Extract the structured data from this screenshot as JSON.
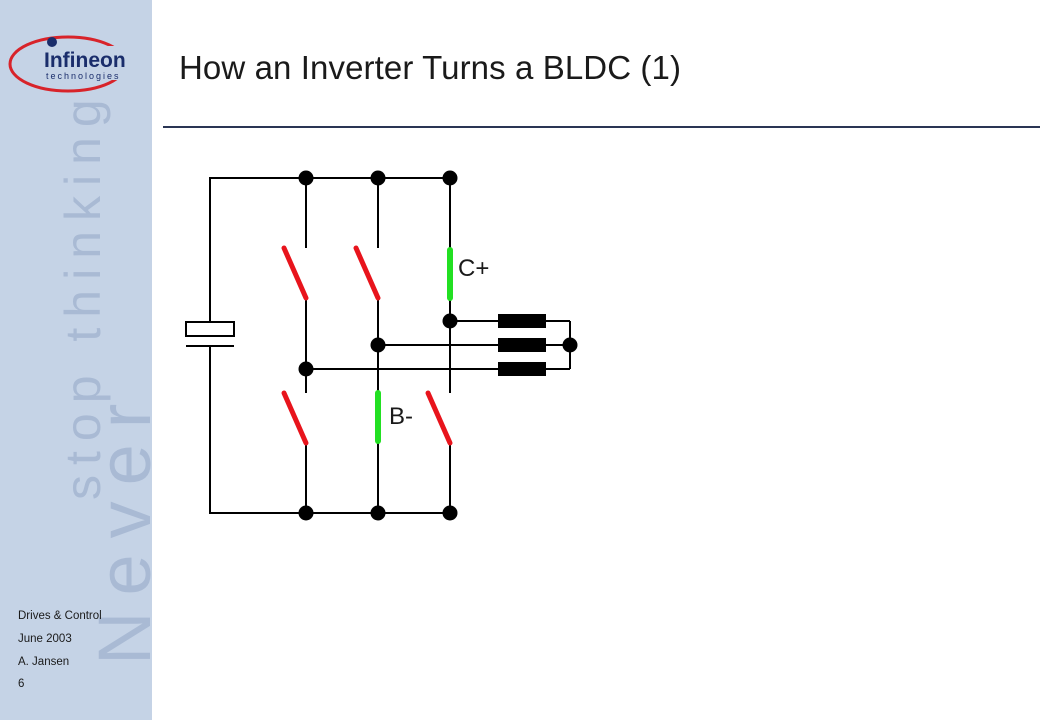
{
  "brand": {
    "logo_text": "Infineon",
    "logo_subtext": "technologies",
    "tagline_line1": "Never",
    "tagline_line2": "stop thinking"
  },
  "slide": {
    "title": "How an Inverter Turns a BLDC (1)"
  },
  "footer": {
    "department": "Drives & Control",
    "date": "June 2003",
    "author": "A. Jansen",
    "page_number": "6"
  },
  "diagram": {
    "switch_labels": {
      "c_plus": "C+",
      "b_minus": "B-"
    },
    "colors": {
      "switch_off": "#e8141c",
      "switch_on": "#22e022",
      "wire": "#000000"
    }
  }
}
